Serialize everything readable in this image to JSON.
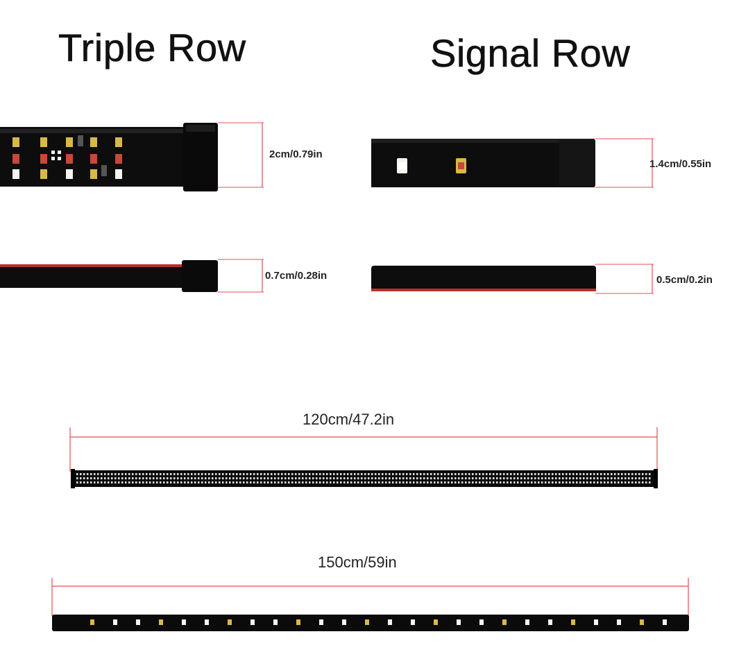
{
  "titles": {
    "left": "Triple Row",
    "right": "Signal Row"
  },
  "dimensions": {
    "triple_height": "2cm/0.79in",
    "triple_thickness": "0.7cm/0.28in",
    "signal_height": "1.4cm/0.55in",
    "signal_thickness": "0.5cm/0.2in",
    "length_120": "120cm/47.2in",
    "length_150": "150cm/59in"
  },
  "colors": {
    "dimension_line": "#e05050",
    "strip_body": "#0e0e0e",
    "led_white": "#f4f4f0",
    "led_amber": "#d9b84a",
    "led_red": "#c8483a"
  }
}
